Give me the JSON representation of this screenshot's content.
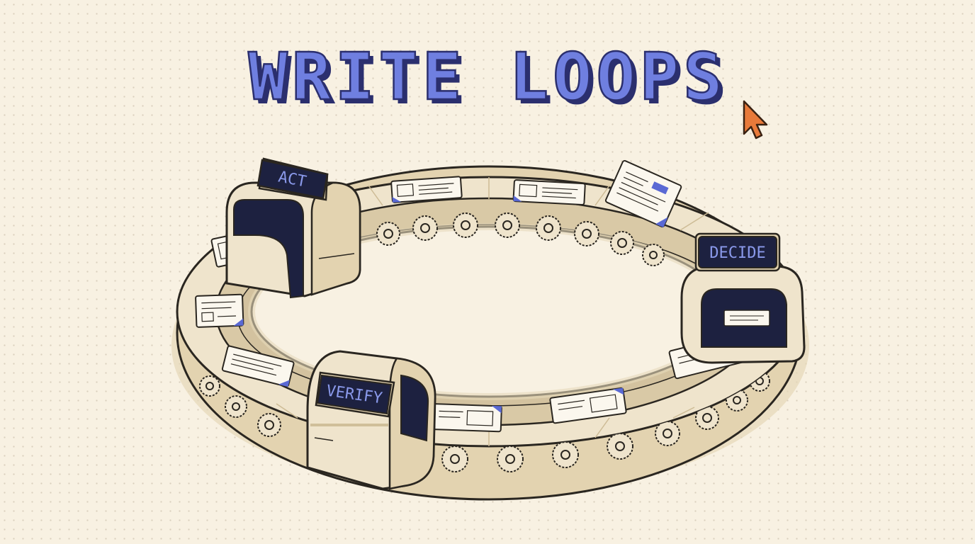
{
  "title": "WRITE LOOPS",
  "colors": {
    "background": "#f8f1e2",
    "accent": "#6a78d8",
    "accent_dark": "#2b2f6e",
    "belt": "#efe4cc",
    "outline": "#2a2620",
    "cursor": "#e87a3a",
    "screen": "#1d2140"
  },
  "stations": [
    {
      "label": "ACT"
    },
    {
      "label": "DECIDE"
    },
    {
      "label": "VERIFY"
    }
  ],
  "icons": [
    "cursor-icon",
    "gear-icon",
    "document-icon"
  ]
}
